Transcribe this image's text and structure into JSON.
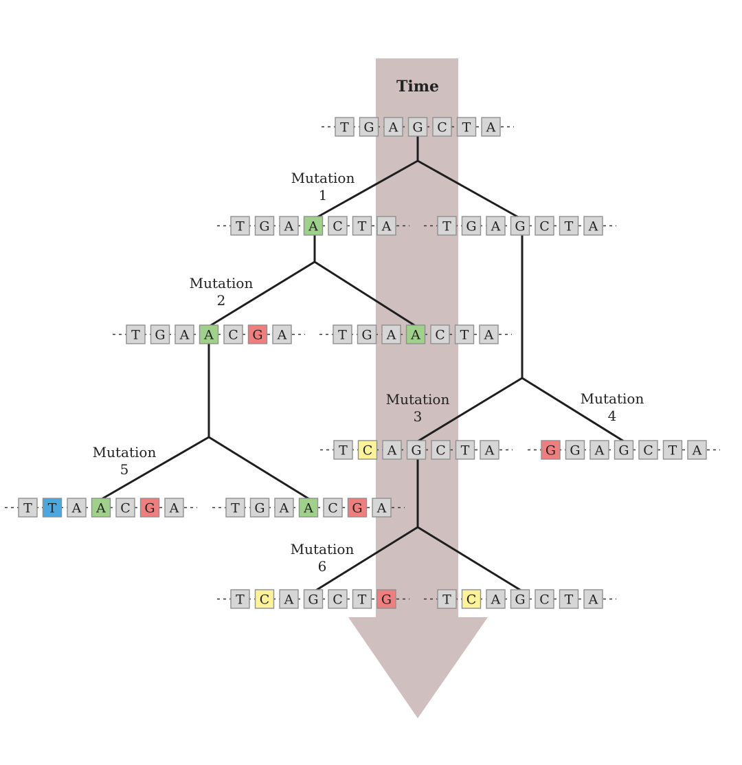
{
  "time_label": "Time",
  "colors": {
    "arrow": "#cfbfbf",
    "box_default": "#d6d6d6",
    "box_border": "#8f8f8f",
    "line": "#1e1e1e",
    "A_mut1": "#9fd18b",
    "G_mut2": "#ef7f7f",
    "C_mut3": "#fbf29a",
    "G_mut4": "#ef7f7f",
    "T_mut5": "#4aa8df",
    "G_mut6": "#ef7f7f"
  },
  "sequences": [
    {
      "id": "root",
      "bases": [
        {
          "b": "T"
        },
        {
          "b": "G"
        },
        {
          "b": "A"
        },
        {
          "b": "G"
        },
        {
          "b": "C"
        },
        {
          "b": "T"
        },
        {
          "b": "A"
        }
      ]
    },
    {
      "id": "gen1-left",
      "bases": [
        {
          "b": "T"
        },
        {
          "b": "G"
        },
        {
          "b": "A"
        },
        {
          "b": "A",
          "color": "A_mut1"
        },
        {
          "b": "C"
        },
        {
          "b": "T"
        },
        {
          "b": "A"
        }
      ]
    },
    {
      "id": "gen1-right",
      "bases": [
        {
          "b": "T"
        },
        {
          "b": "G"
        },
        {
          "b": "A"
        },
        {
          "b": "G"
        },
        {
          "b": "C"
        },
        {
          "b": "T"
        },
        {
          "b": "A"
        }
      ]
    },
    {
      "id": "gen2-left",
      "bases": [
        {
          "b": "T"
        },
        {
          "b": "G"
        },
        {
          "b": "A"
        },
        {
          "b": "A",
          "color": "A_mut1"
        },
        {
          "b": "C"
        },
        {
          "b": "G",
          "color": "G_mut2"
        },
        {
          "b": "A"
        }
      ]
    },
    {
      "id": "gen2-mid",
      "bases": [
        {
          "b": "T"
        },
        {
          "b": "G"
        },
        {
          "b": "A"
        },
        {
          "b": "A",
          "color": "A_mut1"
        },
        {
          "b": "C"
        },
        {
          "b": "T"
        },
        {
          "b": "A"
        }
      ]
    },
    {
      "id": "gen3-mid",
      "bases": [
        {
          "b": "T"
        },
        {
          "b": "C",
          "color": "C_mut3"
        },
        {
          "b": "A"
        },
        {
          "b": "G"
        },
        {
          "b": "C"
        },
        {
          "b": "T"
        },
        {
          "b": "A"
        }
      ]
    },
    {
      "id": "gen3-right",
      "bases": [
        {
          "b": "G",
          "color": "G_mut4"
        },
        {
          "b": "G"
        },
        {
          "b": "A"
        },
        {
          "b": "G"
        },
        {
          "b": "C"
        },
        {
          "b": "T"
        },
        {
          "b": "A"
        }
      ]
    },
    {
      "id": "gen4-left1",
      "bases": [
        {
          "b": "T"
        },
        {
          "b": "T",
          "color": "T_mut5"
        },
        {
          "b": "A"
        },
        {
          "b": "A",
          "color": "A_mut1"
        },
        {
          "b": "C"
        },
        {
          "b": "G",
          "color": "G_mut2"
        },
        {
          "b": "A"
        }
      ]
    },
    {
      "id": "gen4-left2",
      "bases": [
        {
          "b": "T"
        },
        {
          "b": "G"
        },
        {
          "b": "A"
        },
        {
          "b": "A",
          "color": "A_mut1"
        },
        {
          "b": "C"
        },
        {
          "b": "G",
          "color": "G_mut2"
        },
        {
          "b": "A"
        }
      ]
    },
    {
      "id": "gen5-left",
      "bases": [
        {
          "b": "T"
        },
        {
          "b": "C",
          "color": "C_mut3"
        },
        {
          "b": "A"
        },
        {
          "b": "G"
        },
        {
          "b": "C"
        },
        {
          "b": "T"
        },
        {
          "b": "G",
          "color": "G_mut6"
        }
      ]
    },
    {
      "id": "gen5-right",
      "bases": [
        {
          "b": "T"
        },
        {
          "b": "C",
          "color": "C_mut3"
        },
        {
          "b": "A"
        },
        {
          "b": "G"
        },
        {
          "b": "C"
        },
        {
          "b": "T"
        },
        {
          "b": "A"
        }
      ]
    }
  ],
  "mutations": [
    {
      "word": "Mutation",
      "num": "1"
    },
    {
      "word": "Mutation",
      "num": "2"
    },
    {
      "word": "Mutation",
      "num": "3"
    },
    {
      "word": "Mutation",
      "num": "4"
    },
    {
      "word": "Mutation",
      "num": "5"
    },
    {
      "word": "Mutation",
      "num": "6"
    }
  ]
}
